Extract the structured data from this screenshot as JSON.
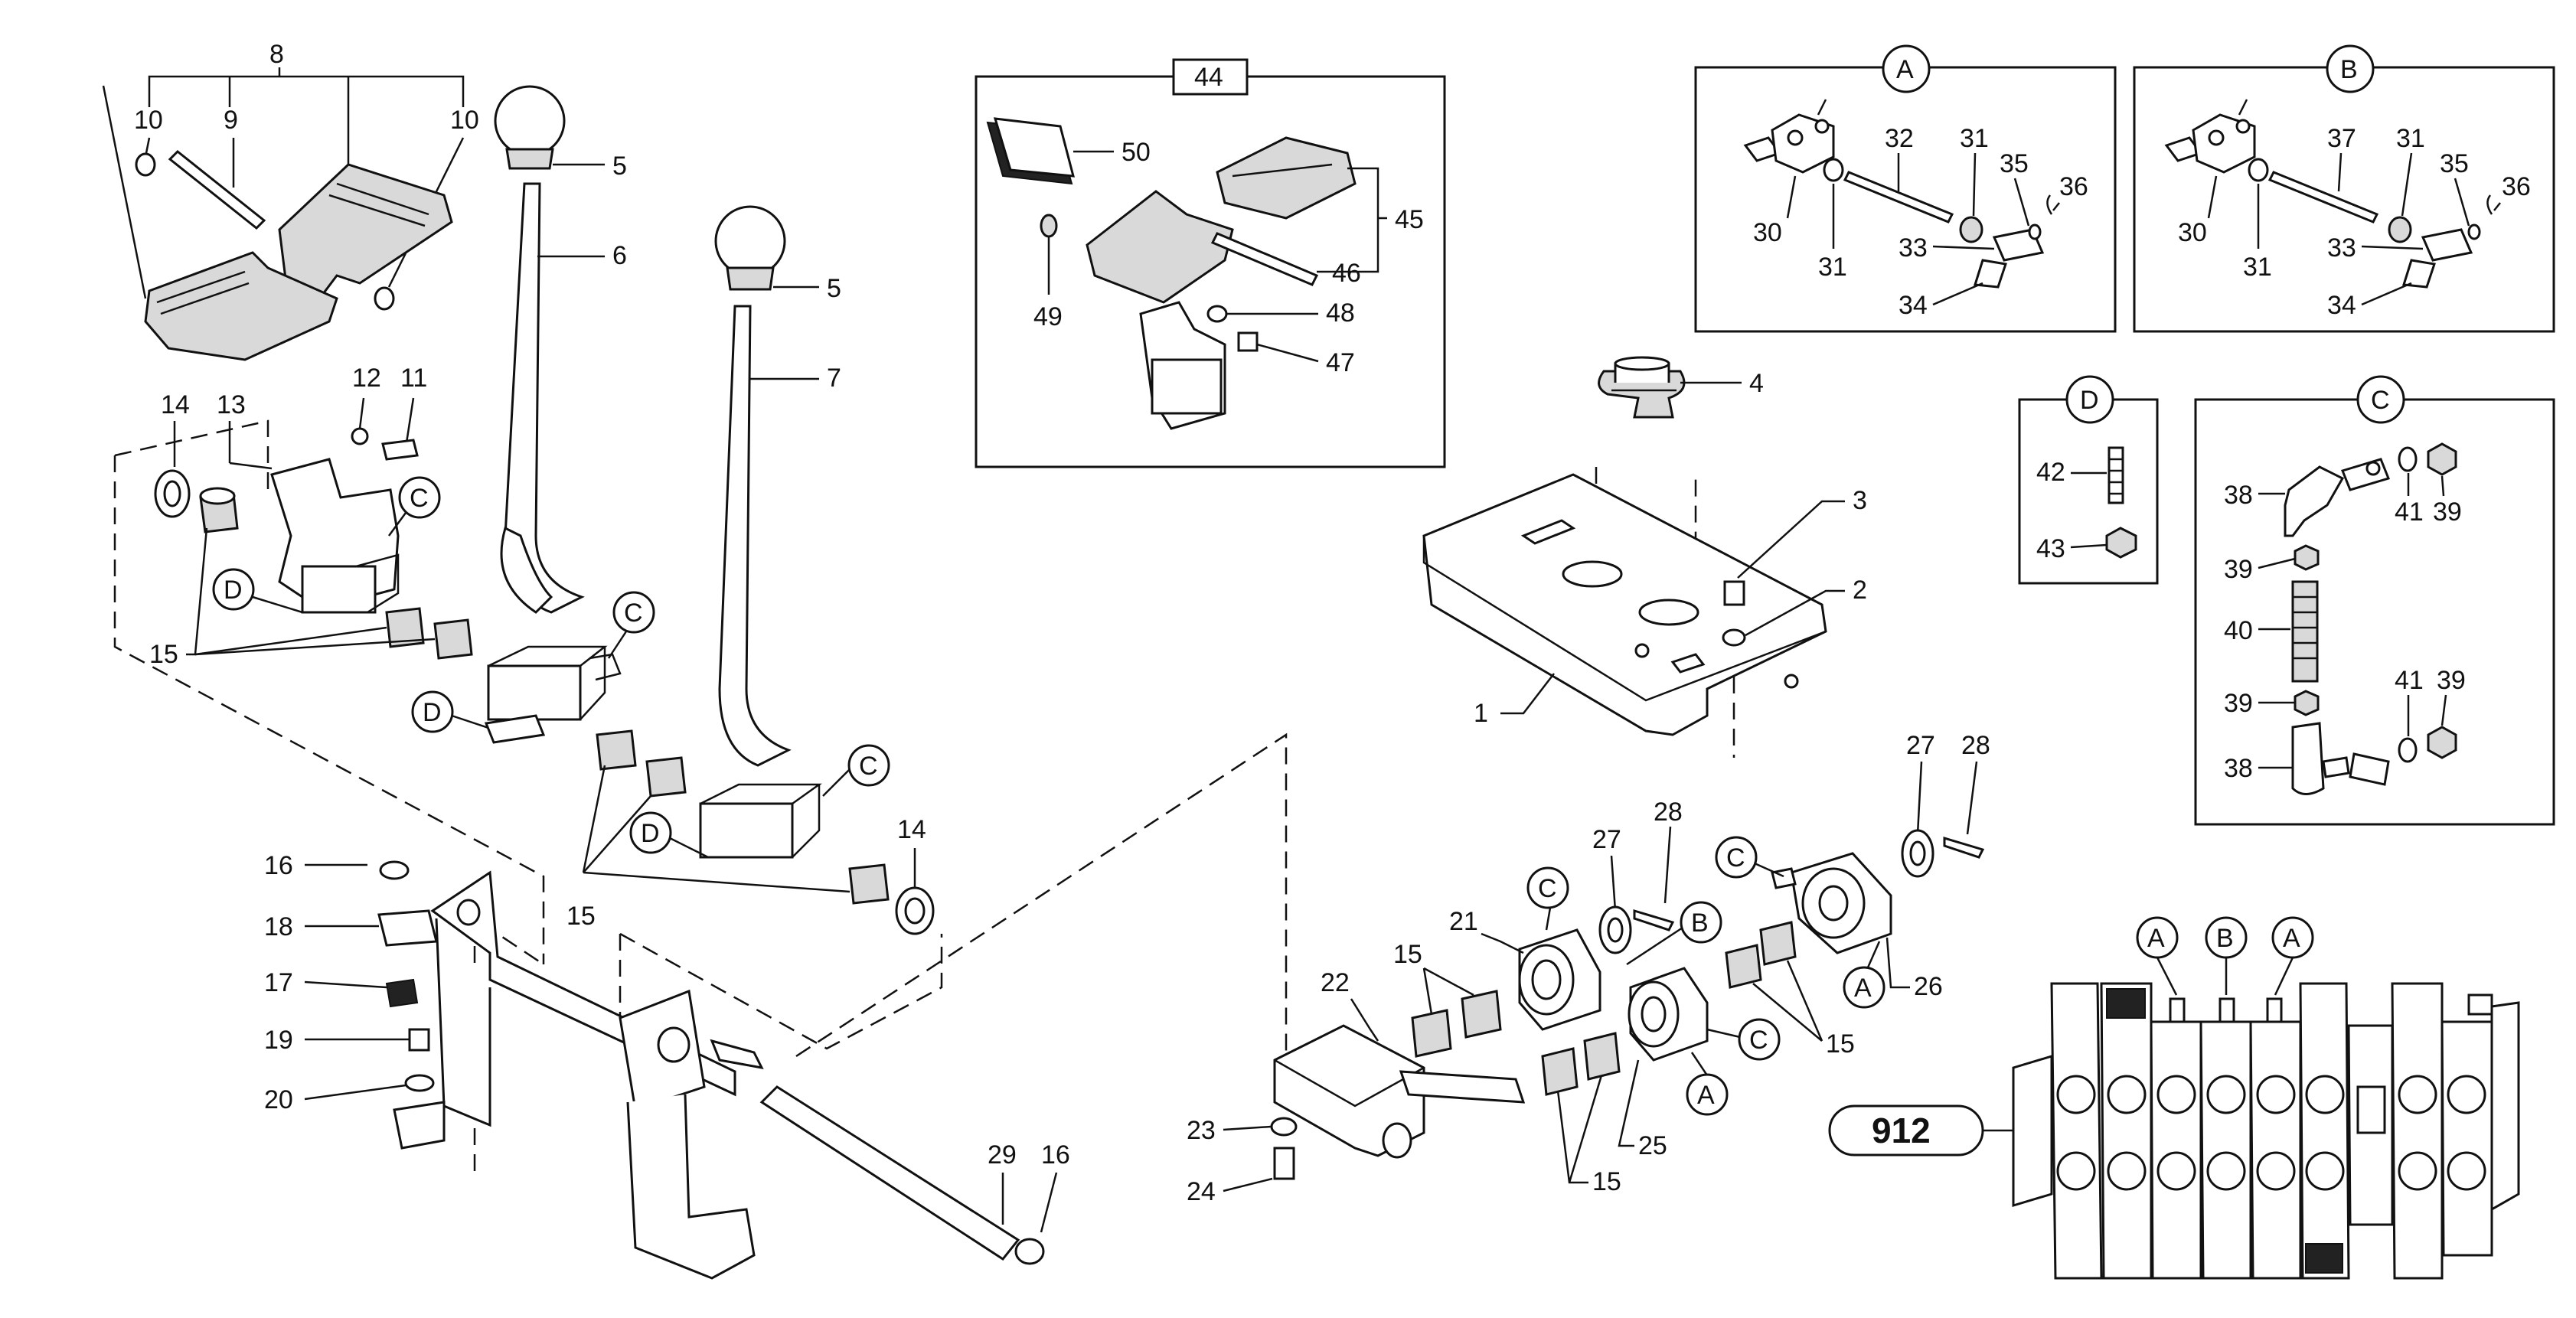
{
  "callouts": {
    "c1": "1",
    "c2": "2",
    "c3": "3",
    "c4": "4",
    "c5a": "5",
    "c5b": "5",
    "c6": "6",
    "c7": "7",
    "c8": "8",
    "c9": "9",
    "c10a": "10",
    "c10b": "10",
    "c11": "11",
    "c12": "12",
    "c13": "13",
    "c14a": "14",
    "c14b": "14",
    "c15a": "15",
    "c15b": "15",
    "c15c": "15",
    "c15d": "15",
    "c15e": "15",
    "c16a": "16",
    "c16b": "16",
    "c17": "17",
    "c18": "18",
    "c19": "19",
    "c20": "20",
    "c21": "21",
    "c22": "22",
    "c23": "23",
    "c24": "24",
    "c25": "25",
    "c26": "26",
    "c27a": "27",
    "c27b": "27",
    "c28a": "28",
    "c28b": "28",
    "c29": "29",
    "c30a": "30",
    "c30b": "30",
    "c31a": "31",
    "c31b": "31",
    "c31c": "31",
    "c31d": "31",
    "c32": "32",
    "c33a": "33",
    "c33b": "33",
    "c34a": "34",
    "c34b": "34",
    "c35a": "35",
    "c35b": "35",
    "c36a": "36",
    "c36b": "36",
    "c37": "37",
    "c38a": "38",
    "c38b": "38",
    "c39a": "39",
    "c39b": "39",
    "c39c": "39",
    "c39d": "39",
    "c40": "40",
    "c41a": "41",
    "c41b": "41",
    "c42": "42",
    "c43": "43",
    "c44": "44",
    "c45": "45",
    "c46": "46",
    "c47": "47",
    "c48": "48",
    "c49": "49",
    "c50": "50"
  },
  "refs": {
    "boxA": "A",
    "boxB": "B",
    "boxC": "C",
    "boxD": "D",
    "refC1": "C",
    "refD1": "D",
    "refC2": "C",
    "refD2": "D",
    "refC3": "C",
    "refD3": "D",
    "refC4": "C",
    "refB4": "B",
    "refC5": "C",
    "refA5": "A",
    "refC6": "C",
    "refA6": "A",
    "valveA1": "A",
    "valveB": "B",
    "valveA2": "A"
  },
  "assembly_code": "912"
}
